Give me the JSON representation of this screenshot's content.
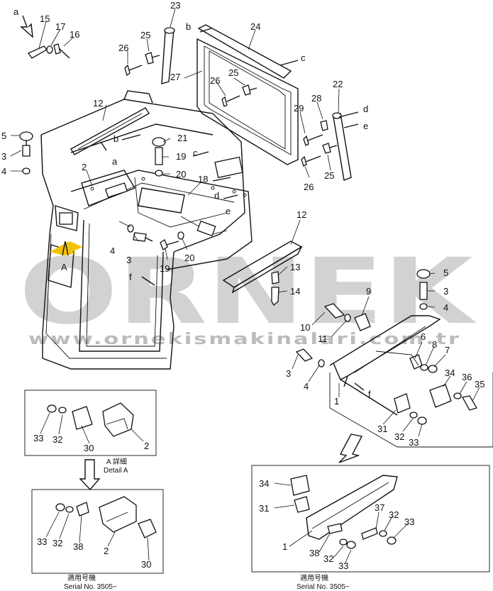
{
  "watermark": {
    "brand": "ORNEK",
    "url": "www.ornekismakinalari.com.tr"
  },
  "arrows": [
    "a",
    "b",
    "c",
    "d",
    "e",
    "f",
    "A"
  ],
  "parts": {
    "1": "1",
    "2": "2",
    "3": "3",
    "4": "4",
    "5": "5",
    "6": "6",
    "7": "7",
    "8": "8",
    "9": "9",
    "10": "10",
    "11": "11",
    "12": "12",
    "13": "13",
    "14": "14",
    "15": "15",
    "16": "16",
    "17": "17",
    "18": "18",
    "19": "19",
    "20": "20",
    "21": "21",
    "22": "22",
    "23": "23",
    "24": "24",
    "25": "25",
    "26": "26",
    "27": "27",
    "28": "28",
    "29": "29",
    "30": "30",
    "31": "31",
    "32": "32",
    "33": "33",
    "34": "34",
    "35": "35",
    "36": "36",
    "37": "37",
    "38": "38"
  },
  "detail_a": {
    "jp": "A 詳細",
    "en": "Detail A"
  },
  "serial_left": {
    "jp": "適用号機",
    "en": "Serial No. 3505~"
  },
  "serial_right": {
    "jp": "適用号機",
    "en": "Serial No. 3505~"
  },
  "colors": {
    "line": "#111111",
    "watermark": "#d2d2d2",
    "arrow_accent": "#f2c200"
  }
}
